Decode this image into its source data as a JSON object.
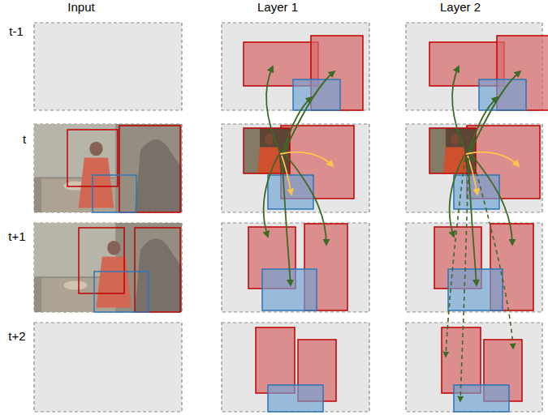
{
  "diagram": {
    "labels": [
      "Input",
      "Layer 1",
      "Layer 2",
      "t-1",
      "t",
      "t+1",
      "t+2"
    ]
  }
}
